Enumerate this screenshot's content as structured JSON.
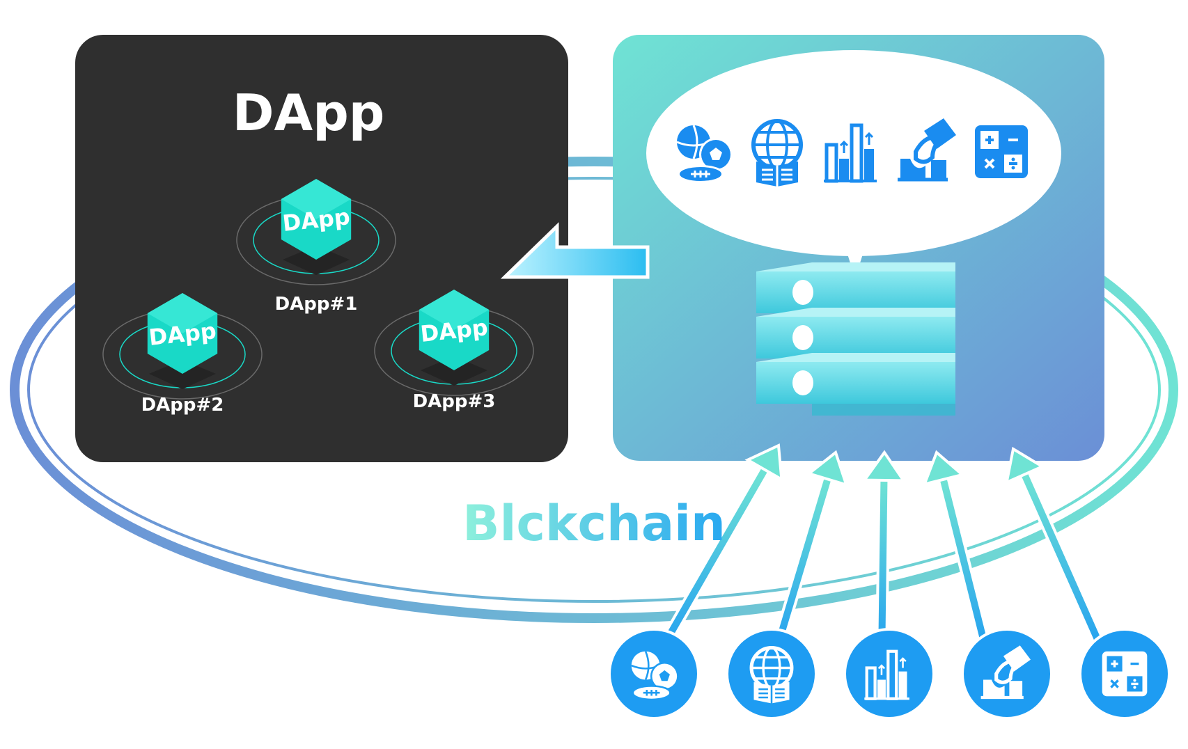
{
  "dapp_panel": {
    "title": "DApp",
    "background": "#2f2f2f",
    "apps": [
      {
        "badge": "DApp",
        "label": "DApp#1"
      },
      {
        "badge": "DApp",
        "label": "DApp#2"
      },
      {
        "badge": "DApp",
        "label": "DApp#3"
      }
    ]
  },
  "blockchain_label": "Blckchain",
  "colors": {
    "teal": "#6fe3d4",
    "blue": "#6b8fd6",
    "icon_blue": "#1a8cf0",
    "hex_teal": "#19d9c7"
  },
  "data_sources": [
    {
      "icon": "sports-balls-icon"
    },
    {
      "icon": "globe-book-icon"
    },
    {
      "icon": "bar-chart-icon"
    },
    {
      "icon": "hand-voting-icon"
    },
    {
      "icon": "calculator-icon"
    }
  ]
}
